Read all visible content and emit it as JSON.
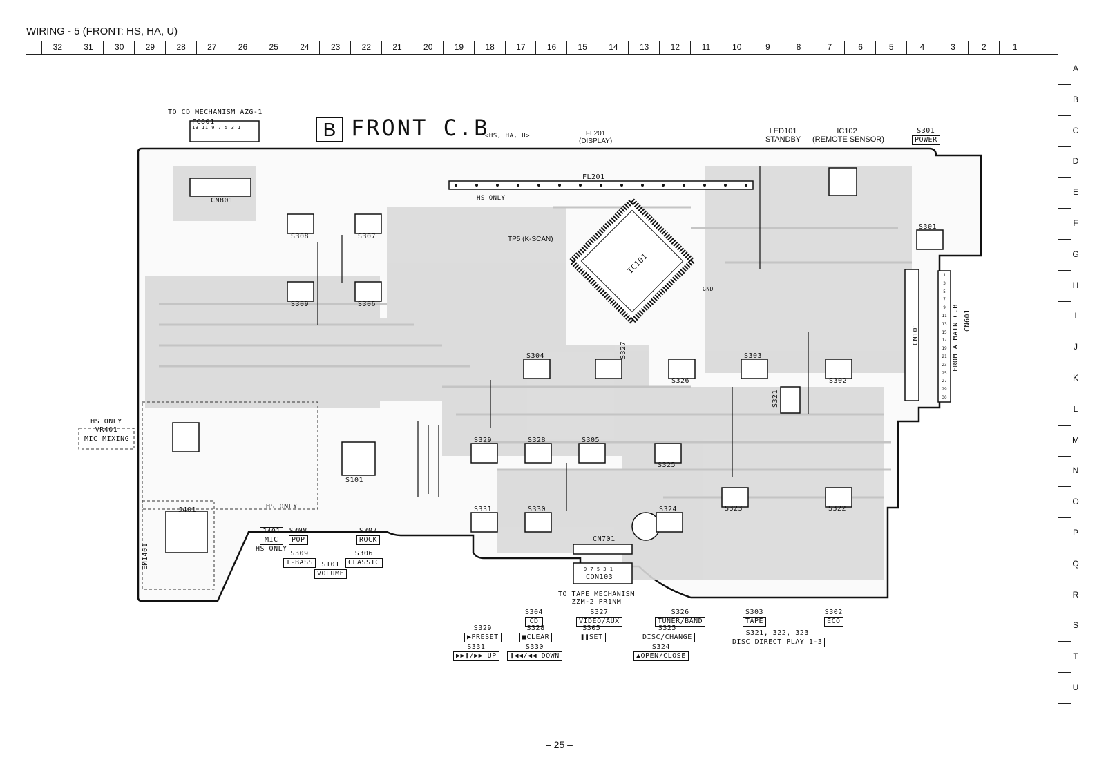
{
  "page": {
    "title": "WIRING - 5 (FRONT: HS, HA, U)",
    "page_number": "– 25 –"
  },
  "ruler": {
    "columns": [
      "32",
      "31",
      "30",
      "29",
      "28",
      "27",
      "26",
      "25",
      "24",
      "23",
      "22",
      "21",
      "20",
      "19",
      "18",
      "17",
      "16",
      "15",
      "14",
      "13",
      "12",
      "11",
      "10",
      "9",
      "8",
      "7",
      "6",
      "5",
      "4",
      "3",
      "2",
      "1"
    ],
    "rows": [
      "A",
      "B",
      "C",
      "D",
      "E",
      "F",
      "G",
      "H",
      "I",
      "J",
      "K",
      "L",
      "M",
      "N",
      "O",
      "P",
      "Q",
      "R",
      "S",
      "T",
      "U"
    ]
  },
  "board": {
    "mark": "B",
    "title": "FRONT C.B",
    "variants": "<HS, HA, U>",
    "cd_mech_note": "TO CD MECHANISM AZG-1",
    "fc801": "FC801",
    "fc801_pins": "13 11 9 7 5 3 1",
    "tape_mech_note_1": "TO TAPE MECHANISM",
    "tape_mech_note_2": "ZZM-2 PR1NM",
    "con103": "CON103",
    "con103_pins": "9 7 5 3 1"
  },
  "top_labels": {
    "fl201": "FL201",
    "fl201_sub": "(DISPLAY)",
    "led101": "LED101",
    "led101_sub": "STANDBY",
    "ic102": "IC102",
    "ic102_sub": "(REMOTE SENSOR)",
    "s301": "S301",
    "s301_sub": "POWER"
  },
  "left_note": {
    "hs_only": "HS ONLY",
    "vr401": "VR401",
    "mic_mixing": "MIC MIXING"
  },
  "right_note": {
    "text": "FROM A MAIN C.B",
    "cn601": "CN601",
    "pins": [
      "1",
      "3",
      "5",
      "7",
      "9",
      "11",
      "13",
      "15",
      "17",
      "19",
      "21",
      "23",
      "25",
      "27",
      "29",
      "30"
    ]
  },
  "inside_labels": {
    "hs_only_top": "HS ONLY",
    "tp5": "TP5 (K-SCAN)",
    "ic101": "IC101",
    "fl201_inner": "FL201",
    "cn801": "CN801",
    "cn101": "CN101",
    "cn701": "CN701",
    "j401": "J401",
    "em1401": "EM1401",
    "hs_only_bottom": "HS ONLY",
    "gnd": "GND"
  },
  "switches": [
    {
      "id": "S308"
    },
    {
      "id": "S307"
    },
    {
      "id": "S309"
    },
    {
      "id": "S306"
    },
    {
      "id": "S304"
    },
    {
      "id": "S327"
    },
    {
      "id": "S326"
    },
    {
      "id": "S303"
    },
    {
      "id": "S302"
    },
    {
      "id": "S321"
    },
    {
      "id": "S329"
    },
    {
      "id": "S328"
    },
    {
      "id": "S305"
    },
    {
      "id": "S325"
    },
    {
      "id": "S101"
    },
    {
      "id": "S331"
    },
    {
      "id": "S330"
    },
    {
      "id": "S324"
    },
    {
      "id": "S323"
    },
    {
      "id": "S322"
    },
    {
      "id": "S301"
    }
  ],
  "legend_left": [
    {
      "id": "J401",
      "label": "MIC",
      "note": "HS ONLY"
    },
    {
      "id": "S308",
      "label": "POP"
    },
    {
      "id": "S307",
      "label": "ROCK"
    },
    {
      "id": "S309",
      "label": "T-BASS"
    },
    {
      "id": "S306",
      "label": "CLASSIC"
    },
    {
      "id": "S101",
      "label": "VOLUME"
    }
  ],
  "legend_bottom": [
    {
      "id": "S304",
      "label": "CD"
    },
    {
      "id": "S327",
      "label": "VIDEO/AUX"
    },
    {
      "id": "S326",
      "label": "TUNER/BAND"
    },
    {
      "id": "S303",
      "label": "TAPE"
    },
    {
      "id": "S302",
      "label": "ECO"
    },
    {
      "id": "S329",
      "label": "▶PRESET"
    },
    {
      "id": "S328",
      "label": "■CLEAR"
    },
    {
      "id": "S305",
      "label": "❚❚SET"
    },
    {
      "id": "S325",
      "label": "DISC/CHANGE"
    },
    {
      "id": "S321, 322, 323",
      "label": "DISC DIRECT PLAY 1-3"
    },
    {
      "id": "S331",
      "label": "▶▶❙/▶▶ UP"
    },
    {
      "id": "S330",
      "label": "❙◀◀/◀◀ DOWN"
    },
    {
      "id": "S324",
      "label": "▲OPEN/CLOSE"
    }
  ],
  "colors": {
    "ink": "#111111",
    "trace": "#d6d6d6",
    "board": "#ffffff"
  }
}
